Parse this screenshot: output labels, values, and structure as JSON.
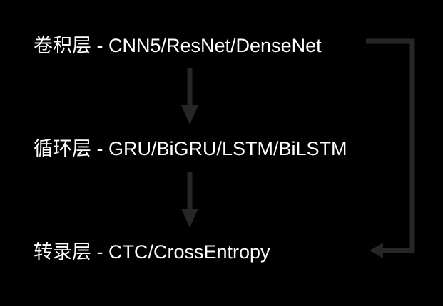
{
  "diagram": {
    "background_color": "#000000",
    "text_color": "#ffffff",
    "arrow_color": "#262626",
    "nodes": [
      {
        "id": "convolutional-layer",
        "label": "卷积层 - CNN5/ResNet/DenseNet",
        "layer_name": "卷积层",
        "options": [
          "CNN5",
          "ResNet",
          "DenseNet"
        ]
      },
      {
        "id": "recurrent-layer",
        "label": "循环层 - GRU/BiGRU/LSTM/BiLSTM",
        "layer_name": "循环层",
        "options": [
          "GRU",
          "BiGRU",
          "LSTM",
          "BiLSTM"
        ]
      },
      {
        "id": "transcription-layer",
        "label": "转录层 - CTC/CrossEntropy",
        "layer_name": "转录层",
        "options": [
          "CTC",
          "CrossEntropy"
        ]
      }
    ],
    "edges": [
      {
        "id": "conv-to-rnn",
        "from": "convolutional-layer",
        "to": "recurrent-layer",
        "direction": "down"
      },
      {
        "id": "rnn-to-trans",
        "from": "recurrent-layer",
        "to": "transcription-layer",
        "direction": "down"
      },
      {
        "id": "feedback",
        "from": "convolutional-layer",
        "to": "transcription-layer",
        "direction": "left",
        "style": "orthogonal-loop"
      }
    ]
  }
}
